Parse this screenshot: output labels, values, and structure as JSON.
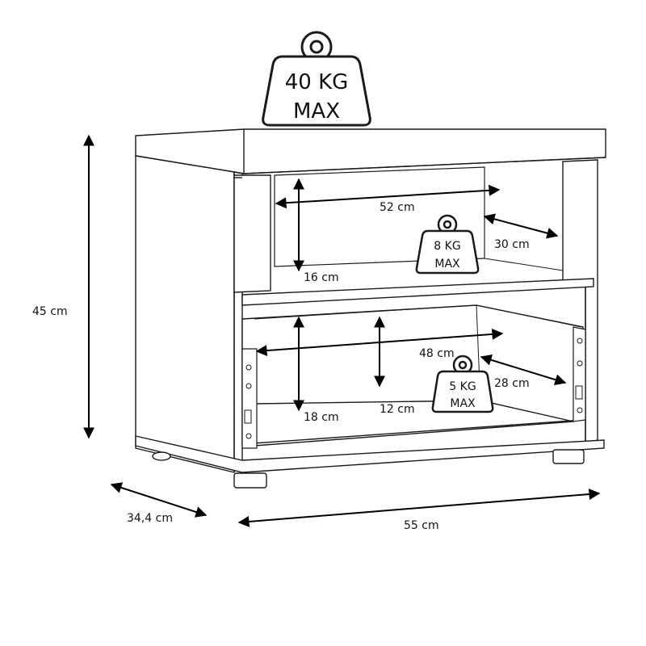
{
  "dimensions": {
    "height": "45 cm",
    "depth": "34,4 cm",
    "width": "55 cm",
    "shelf_width": "52 cm",
    "shelf_depth": "30 cm",
    "shelf_height": "16 cm",
    "drawer_width": "48 cm",
    "drawer_depth": "28 cm",
    "drawer_inner_height": "12 cm",
    "drawer_height": "18 cm"
  },
  "weights": {
    "top": {
      "value": "40 KG",
      "unit": "MAX"
    },
    "shelf": {
      "value": "8 KG",
      "unit": "MAX"
    },
    "drawer": {
      "value": "5 KG",
      "unit": "MAX"
    }
  }
}
